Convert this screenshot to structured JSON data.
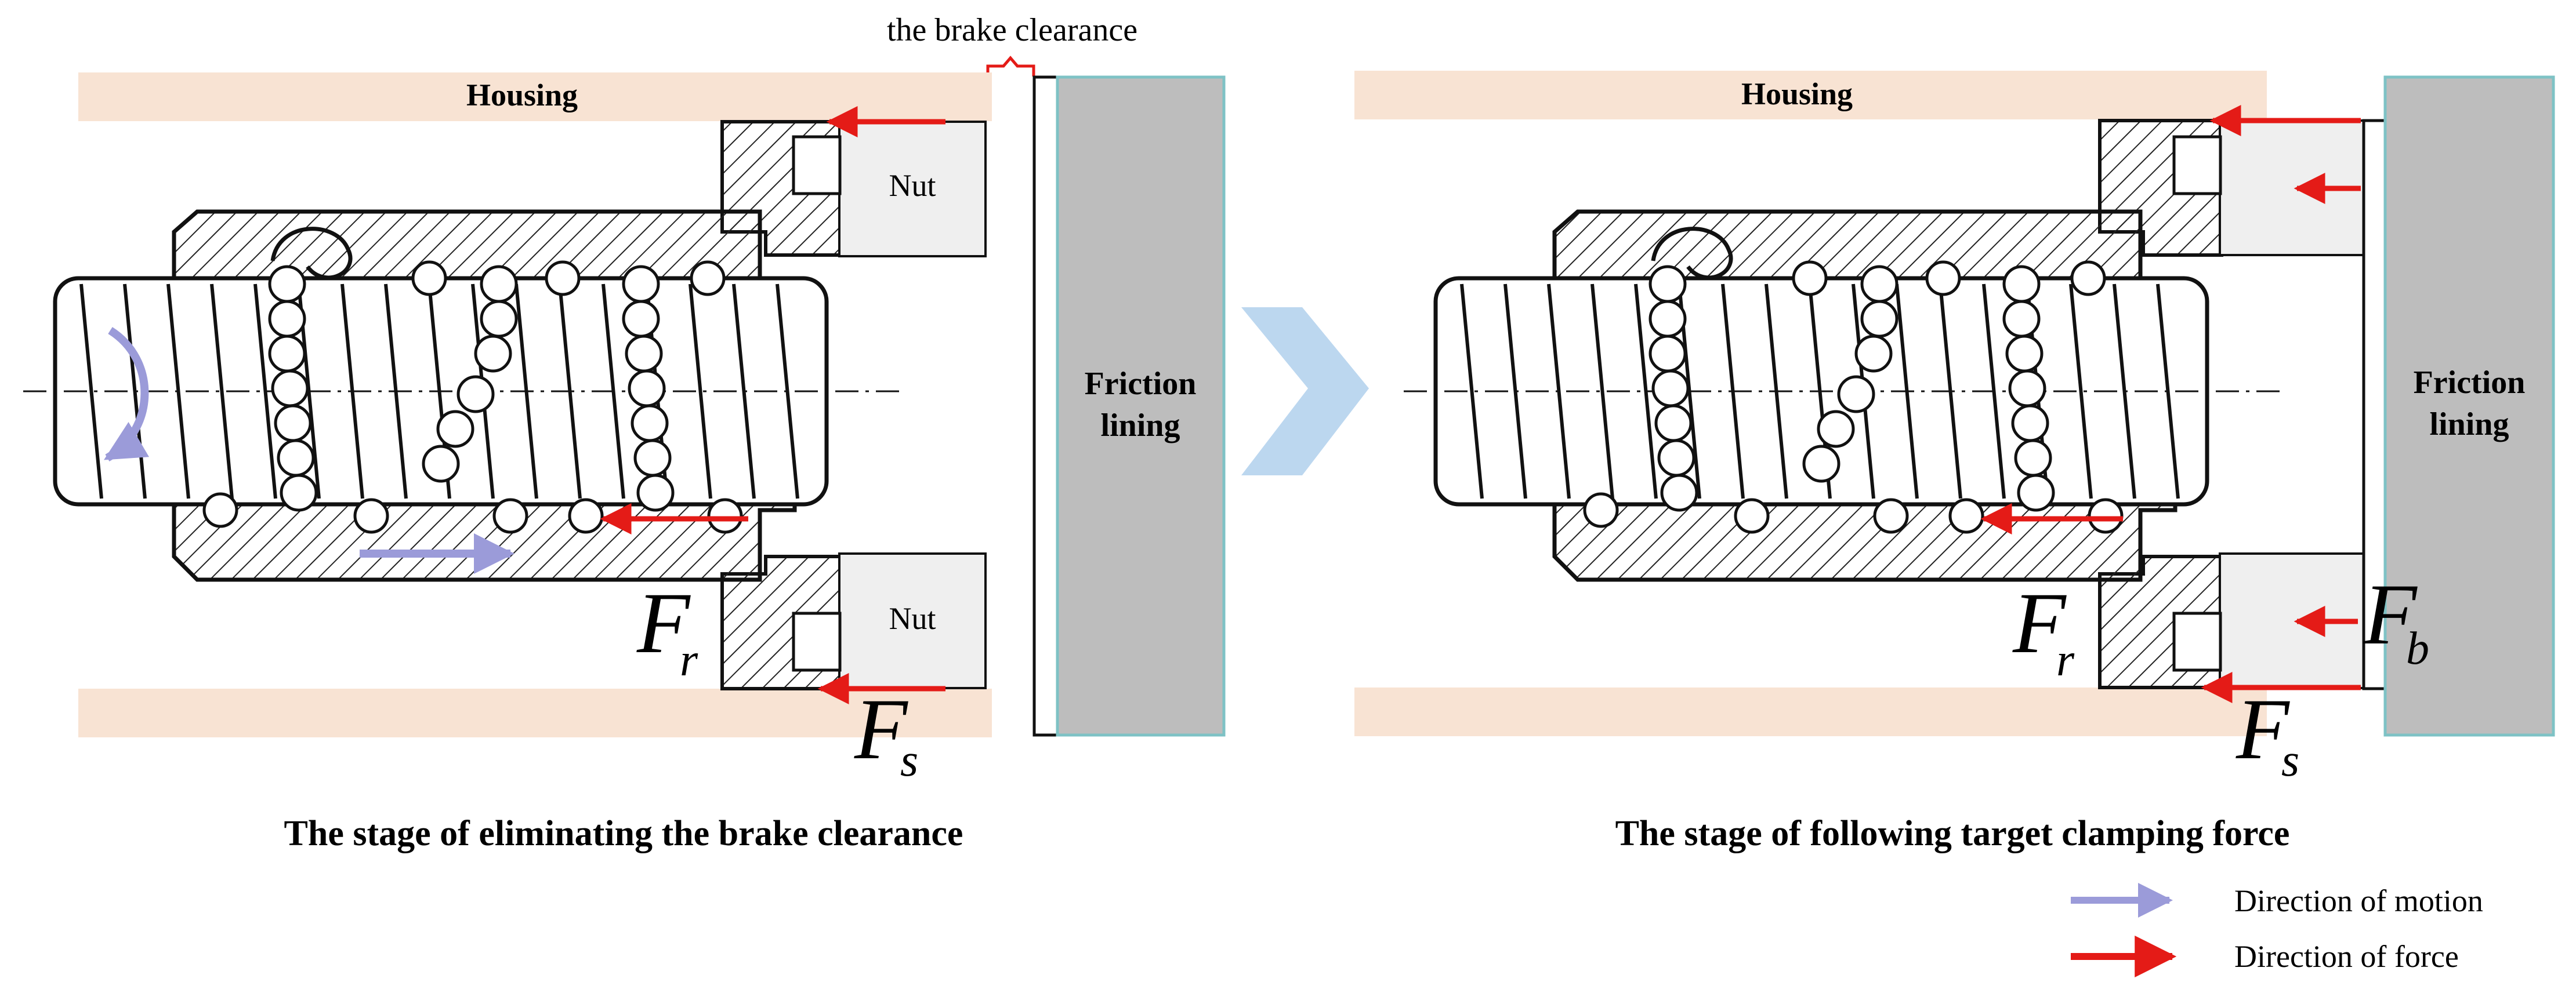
{
  "top_annotation": "the brake clearance",
  "left_panel": {
    "housing_label": "Housing",
    "nut_top_label": "Nut",
    "nut_bottom_label": "Nut",
    "friction_line1": "Friction",
    "friction_line2": "lining",
    "caption": "The stage of eliminating the brake clearance",
    "force_r": {
      "main": "F",
      "sub": "r"
    },
    "force_s": {
      "main": "F",
      "sub": "s"
    }
  },
  "right_panel": {
    "housing_label": "Housing",
    "friction_line1": "Friction",
    "friction_line2": "lining",
    "caption": "The stage of following target clamping force",
    "force_r": {
      "main": "F",
      "sub": "r"
    },
    "force_s": {
      "main": "F",
      "sub": "s"
    },
    "force_b": {
      "main": "F",
      "sub": "b"
    }
  },
  "legend": {
    "motion_label": "Direction of motion",
    "force_label": "Direction of force"
  },
  "colors": {
    "housing_fill": "#f8e3d3",
    "nut_fill": "#efefef",
    "friction_fill": "#bdbdbd",
    "friction_border": "#7ec2c5",
    "motion_arrow": "#9b9bd9",
    "force_arrow": "#e41b17",
    "chevron": "#bcd7ef",
    "brace": "#e41b17"
  }
}
